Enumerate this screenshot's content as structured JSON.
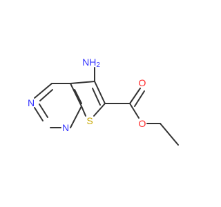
{
  "molecule": {
    "atoms": {
      "amino": {
        "text": "NH",
        "sub": "2",
        "color": "#3333ff"
      },
      "n1": {
        "text": "N",
        "color": "#3333ff"
      },
      "n3": {
        "text": "N",
        "color": "#3333ff"
      },
      "s": {
        "text": "S",
        "color": "#c8a800"
      },
      "o_carbonyl": {
        "text": "O",
        "color": "#ff2b2b"
      },
      "o_ester": {
        "text": "O",
        "color": "#ff2b2b"
      }
    },
    "bond_color": "#333333"
  }
}
